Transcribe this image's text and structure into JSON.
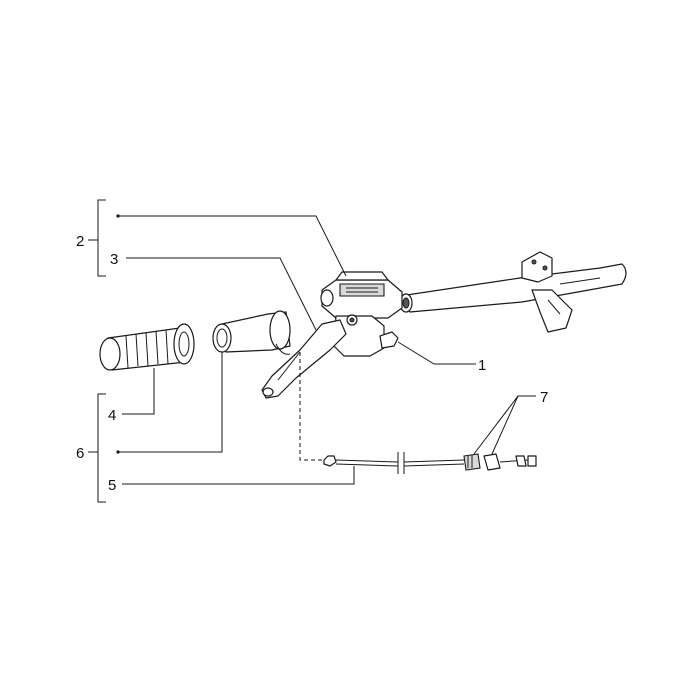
{
  "callouts": [
    {
      "id": "c1",
      "text": "1"
    },
    {
      "id": "c2",
      "text": "2"
    },
    {
      "id": "c3",
      "text": "3"
    },
    {
      "id": "c4",
      "text": "4"
    },
    {
      "id": "c5",
      "text": "5"
    },
    {
      "id": "c6",
      "text": "6"
    },
    {
      "id": "c7",
      "text": "7"
    }
  ],
  "colors": {
    "line": "#1a1a1a",
    "shade": "#d9d9d9",
    "background": "#ffffff"
  }
}
